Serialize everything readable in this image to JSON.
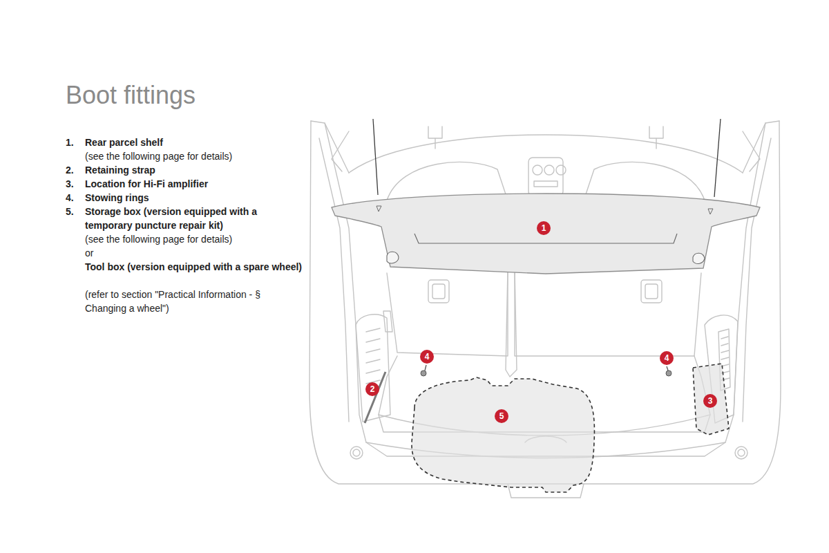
{
  "diagram": {
    "title": "Boot fittings",
    "labels": [
      "1.",
      "Rear parcel shelf",
      "(see the following page for details)",
      "2.",
      "Retaining strap",
      "3.",
      "Location for Hi-Fi amplifier",
      "4.",
      "Stowing rings",
      "5.",
      "Storage box (version equipped with a temporary puncture repair kit)",
      "(see the following page for details)",
      "or",
      "Tool box (version equipped with a spare wheel)",
      "(refer to section \"Practical Information - § Changing a wheel\")",
      "1",
      "4",
      "4",
      "2",
      "3",
      "5"
    ]
  }
}
